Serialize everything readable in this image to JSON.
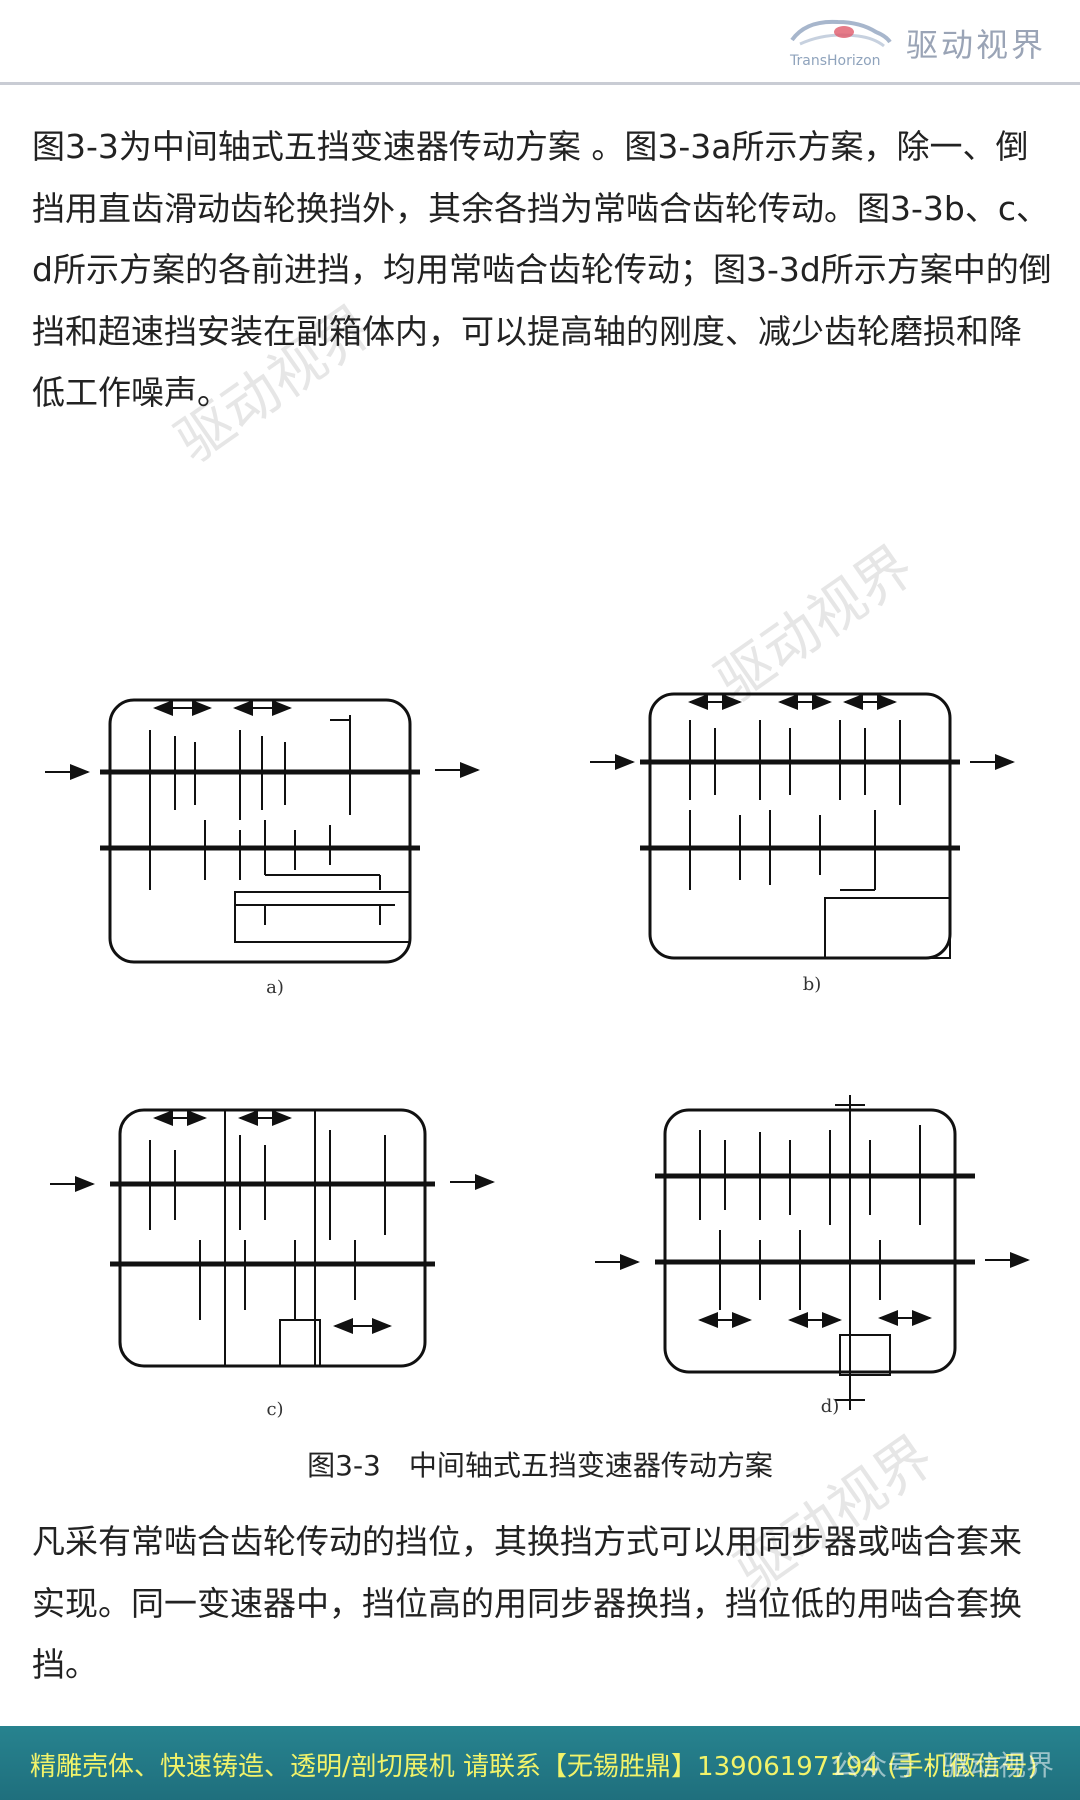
{
  "header": {
    "logo_en": "TransHorizon",
    "logo_cn": "驱动视界"
  },
  "body": {
    "paragraph_1": "图3-3为中间轴式五挡变速器传动方案 。图3-3a所示方案，除一、倒挡用直齿滑动齿轮换挡外，其余各挡为常啮合齿轮传动。图3-3b、c、d所示方案的各前进挡，均用常啮合齿轮传动；图3-3d所示方案中的倒挡和超速挡安装在副箱体内，可以提高轴的刚度、减少齿轮磨损和降低工作噪声。",
    "paragraph_2": "凡采有常啮合齿轮传动的挡位，其换挡方式可以用同步器或啮合套来实现。同一变速器中，挡位高的用同步器换挡，挡位低的用啮合套换挡。"
  },
  "figure": {
    "sub_labels": [
      "a)",
      "b)",
      "c)",
      "d)"
    ],
    "caption": "图3-3　中间轴式五挡变速器传动方案"
  },
  "watermark": "驱动视界",
  "footer": {
    "text": "精雕壳体、快速铸造、透明/剖切展机 请联系【无锡胜鼎】13906197194 (手机微信号)",
    "overlay": "公众号 · 驱动视界"
  }
}
